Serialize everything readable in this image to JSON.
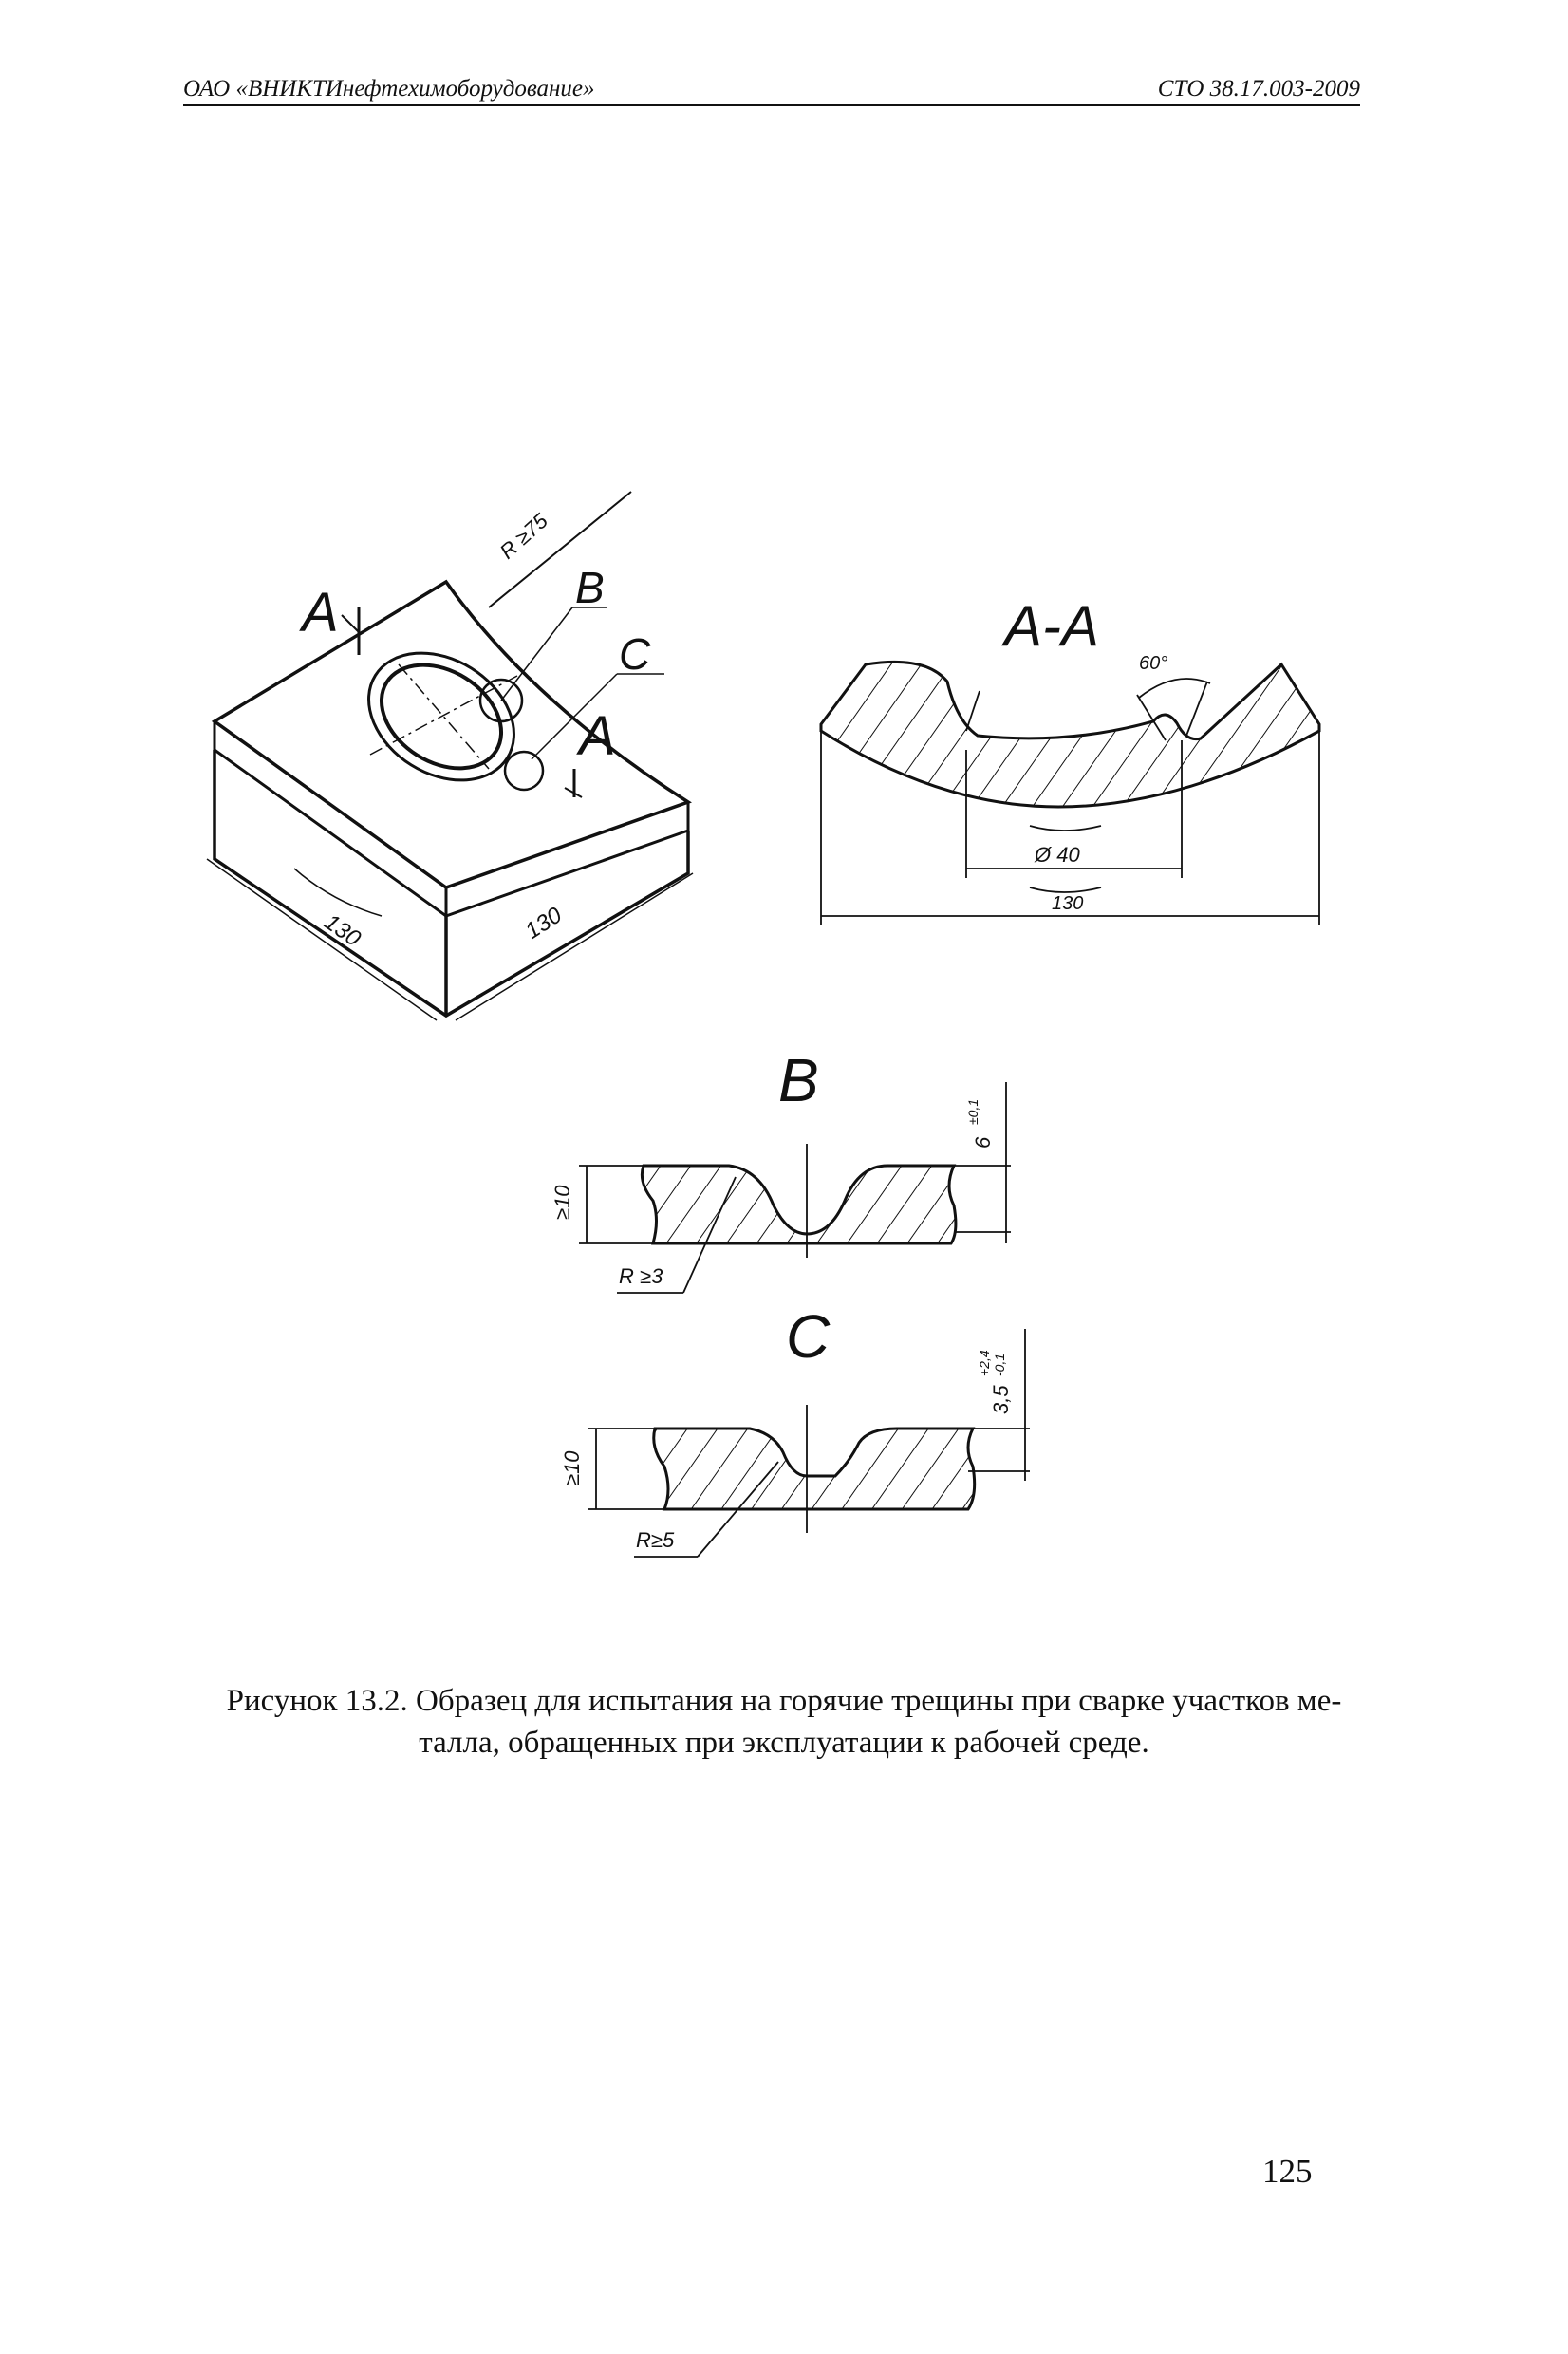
{
  "header": {
    "organization": "ОАО «ВНИКТИнефтехимоборудование»",
    "standard": "СТО 38.17.003-2009"
  },
  "figure": {
    "iso_view": {
      "label_A1": "A",
      "label_A2": "A",
      "label_B": "B",
      "label_C": "C",
      "radius": "R ≥75",
      "width_dim": "130",
      "length_dim": "130"
    },
    "section_AA": {
      "title": "A-A",
      "angle": "60°",
      "diameter": "Ø 40",
      "width": "130"
    },
    "detail_B": {
      "title": "B",
      "thickness": "≥10",
      "radius": "R ≥3",
      "depth_main": "6",
      "depth_tol": "±0,1"
    },
    "detail_C": {
      "title": "C",
      "thickness": "≥10",
      "radius": "R≥5",
      "depth_main": "3,5",
      "depth_tol_upper": "+2,4",
      "depth_tol_lower": "-0,1"
    }
  },
  "caption": {
    "line1": "Рисунок 13.2. Образец для испытания на горячие трещины при сварке участков ме-",
    "line2": "талла, обращенных при эксплуатации к рабочей среде."
  },
  "page_number": "125"
}
